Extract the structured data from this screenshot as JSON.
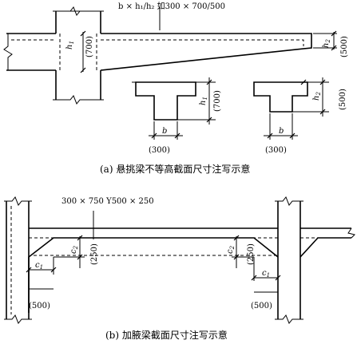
{
  "figure_a": {
    "label_formula": "b × h₁/h₂ 如300 × 700/500",
    "h1_symbol": "h",
    "h1_sub": "1",
    "h1_value": "(700)",
    "h2_symbol": "h",
    "h2_sub": "2",
    "h2_value": "(500)",
    "b_symbol": "b",
    "b_value": "(300)",
    "caption": "(a) 悬挑梁不等高截面尺寸注写示意"
  },
  "figure_b": {
    "label": "300 × 750 Y500 × 250",
    "c1_symbol": "c",
    "c1_sub": "1",
    "c1_value": "(500)",
    "c2_symbol": "c",
    "c2_sub": "2",
    "c2_value": "(250)",
    "caption": "(b) 加腋梁截面尺寸注写示意"
  }
}
